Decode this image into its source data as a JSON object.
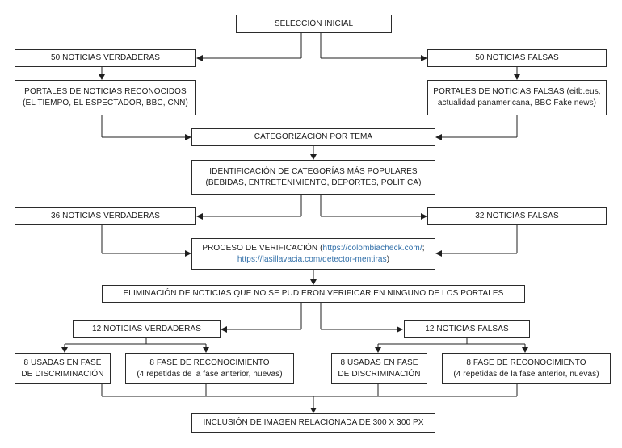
{
  "flowchart": {
    "initial_selection": "SELECCIÓN INICIAL",
    "true_news_50": "50 NOTICIAS VERDADERAS",
    "false_news_50": "50 NOTICIAS FALSAS",
    "recognized_portals_line1": "PORTALES DE NOTICIAS RECONOCIDOS",
    "recognized_portals_line2": "(EL TIEMPO, EL ESPECTADOR, BBC, CNN)",
    "fake_portals_line1": "PORTALES DE NOTICIAS FALSAS (eitb.eus,",
    "fake_portals_line2": "actualidad panamericana, BBC Fake news)",
    "categorization": "CATEGORIZACIÓN POR TEMA",
    "popular_categories_line1": "IDENTIFICACIÓN DE CATEGORÍAS MÁS POPULARES",
    "popular_categories_line2": "(BEBIDAS, ENTRETENIMIENTO, DEPORTES, POLÍTICA)",
    "true_news_36": "36  NOTICIAS VERDADERAS",
    "false_news_32": "32 NOTICIAS FALSAS",
    "verification_prefix": "PROCESO DE VERIFICACIÓN (",
    "verification_link1": "https://colombiacheck.com/",
    "verification_sep": ";",
    "verification_link2": "https://lasillavacia.com/detector-mentiras",
    "verification_suffix": ")",
    "elimination": "ELIMINACIÓN DE NOTICIAS QUE NO SE PUDIERON VERIFICAR EN NINGUNO DE LOS PORTALES",
    "true_news_12": "12 NOTICIAS VERDADERAS",
    "false_news_12": "12 NOTICIAS FALSAS",
    "discrimination_line1": "8 USADAS EN FASE",
    "discrimination_line2": "DE DISCRIMINACIÓN",
    "recognition_line1": "8 FASE DE RECONOCIMIENTO",
    "recognition_line2": "(4 repetidas de la fase anterior,  nuevas)",
    "image_inclusion": "INCLUSIÓN DE IMAGEN RELACIONADA DE 300 X 300 PX"
  }
}
